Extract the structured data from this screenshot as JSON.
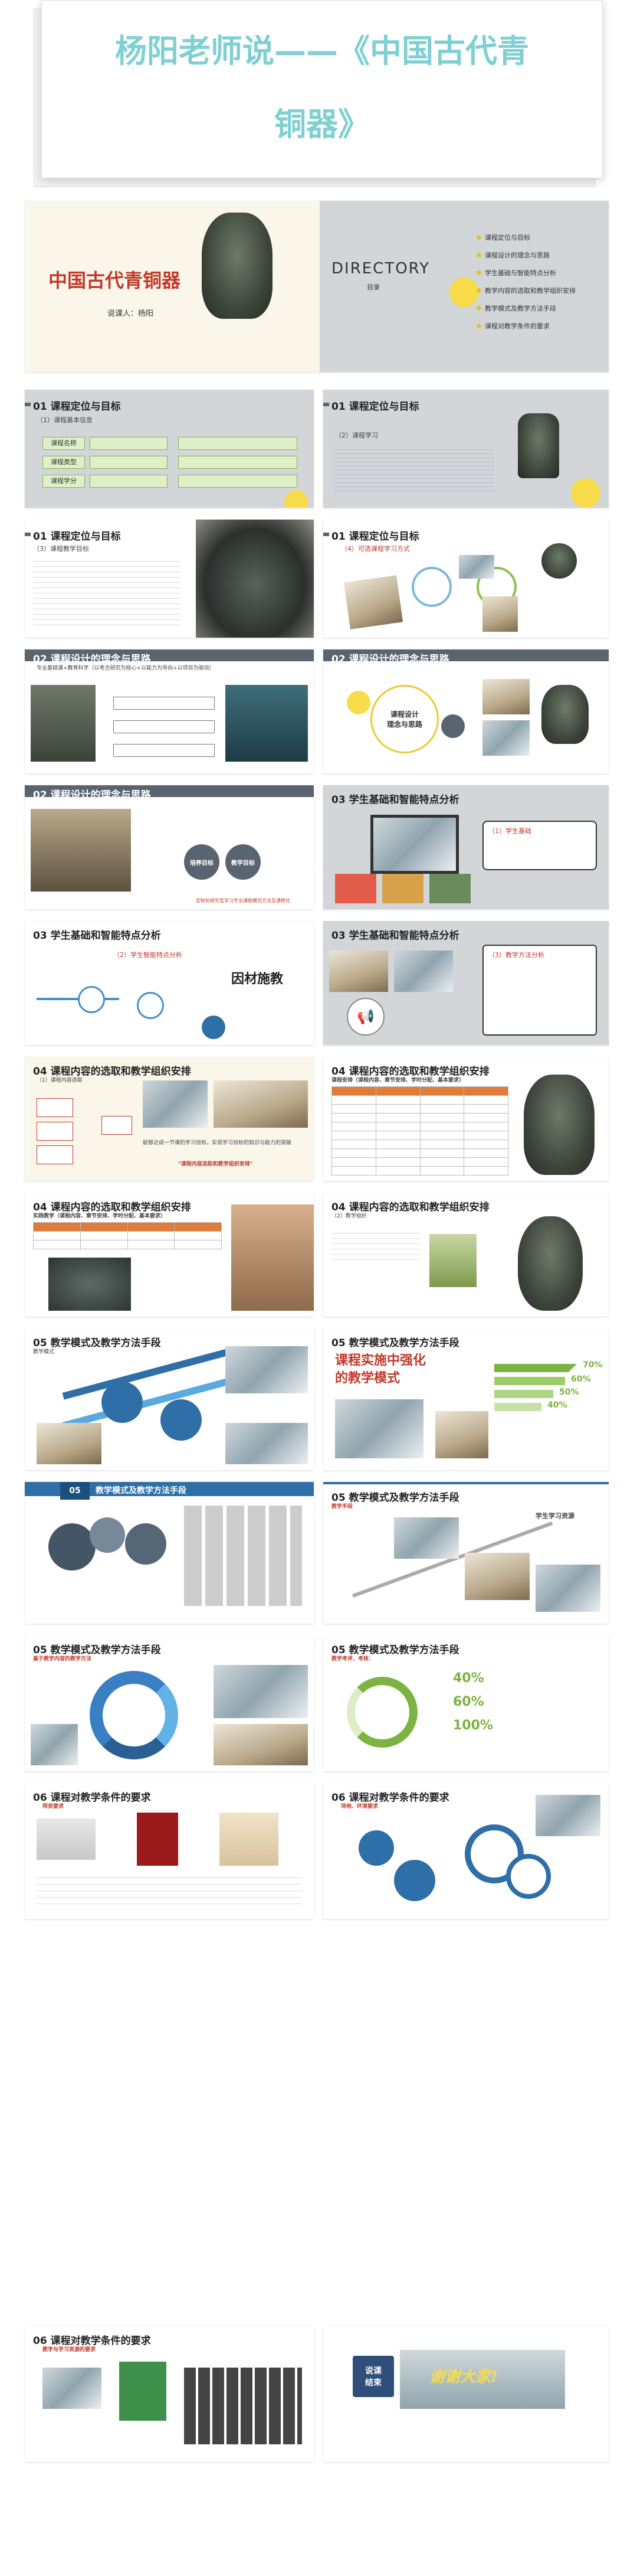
{
  "main_title": {
    "line1": "杨阳老师说——《中国古代青",
    "line2": "铜器》"
  },
  "cover": {
    "course_title": "中国古代青铜器",
    "speaker": "说课人：杨阳",
    "directory_title": "DIRECTORY",
    "directory_subtitle": "目录",
    "directory_items": [
      "课程定位与目标",
      "课程设计的理念与思路",
      "学生基础与智能特点分析",
      "教学内容的选取和教学组织安排",
      "教学模式及教学方法手段",
      "课程对教学条件的要求"
    ]
  },
  "sections": {
    "s01": "01 课程定位与目标",
    "s02": "02 课程设计的理念与思路",
    "s03": "03 学生基础和智能特点分析",
    "s04": "04 课程内容的选取和教学组织安排",
    "s05": "05 教学模式及教学方法手段",
    "s06": "06 课程对教学条件的要求"
  },
  "slide_text": {
    "s01a_sub": "（1）课程基本信息",
    "s01a_rows": [
      "课程名称",
      "课程类型",
      "课程学分"
    ],
    "s01b_sub": "（2）课程学习",
    "s01c_sub": "（3）课程教学目标",
    "s01d_sub": "（4）可选课程学习方式",
    "s02a_sub": "专业基础课+教育科学（以考古研究为核心+以能力为导向+以项目为驱动）",
    "s02b_center": "课程设计\n理念与思路",
    "s02c_circle1": "培养目标",
    "s02c_circle2": "教学目标",
    "s02c_caption": "定制化研究型学习专业课程模式方法互通转化",
    "s03a_box": "（1）学生基础",
    "s03b_big": "因材施教",
    "s03b_sub": "（2）学生智能特点分析",
    "s03c_box": "（3）教学方法分析",
    "s04a_sub": "（1）课程内容选取",
    "s04a_caption": "能够达成一节课的学习目标，实现学习目标的知识与能力的突破",
    "s04a_red": "\"课程内容选取和教学组织安排\"",
    "s04b_title": "课程安排（课程内容、章节安排、学时分配、基本要求）",
    "s04c_title": "实践教学（课程内容、章节安排、学时分配、基本要求）",
    "s04d_sub": "（2）教学组织",
    "s05a_sub": "教学模式",
    "s05b_red": "课程实施中强化\n的教学模式",
    "s05b_pcts": [
      "70%",
      "60%",
      "50%",
      "40%"
    ],
    "s05c_tag": "05",
    "s05c_title": "教学模式及教学方法手段",
    "s05d_sub": "教学手段",
    "s05d_label": "学生学习资源",
    "s05e_sub": "基于教学内容的教学方法",
    "s05f_sub": "教学考评，考核：",
    "s05f_pcts": [
      "40%",
      "60%",
      "100%"
    ],
    "s06a_sub": "师资要求",
    "s06b_sub": "场地、环境要求",
    "s06c_sub": "教学与学习资源的要求",
    "end_left": "说课\n结束",
    "end_banner": "谢谢大家!"
  },
  "colors": {
    "accent_teal": "#7fd0d3",
    "accent_yellow": "#f8dc4a",
    "accent_red": "#c0392b",
    "slide_gray": "#d2d6d9"
  }
}
